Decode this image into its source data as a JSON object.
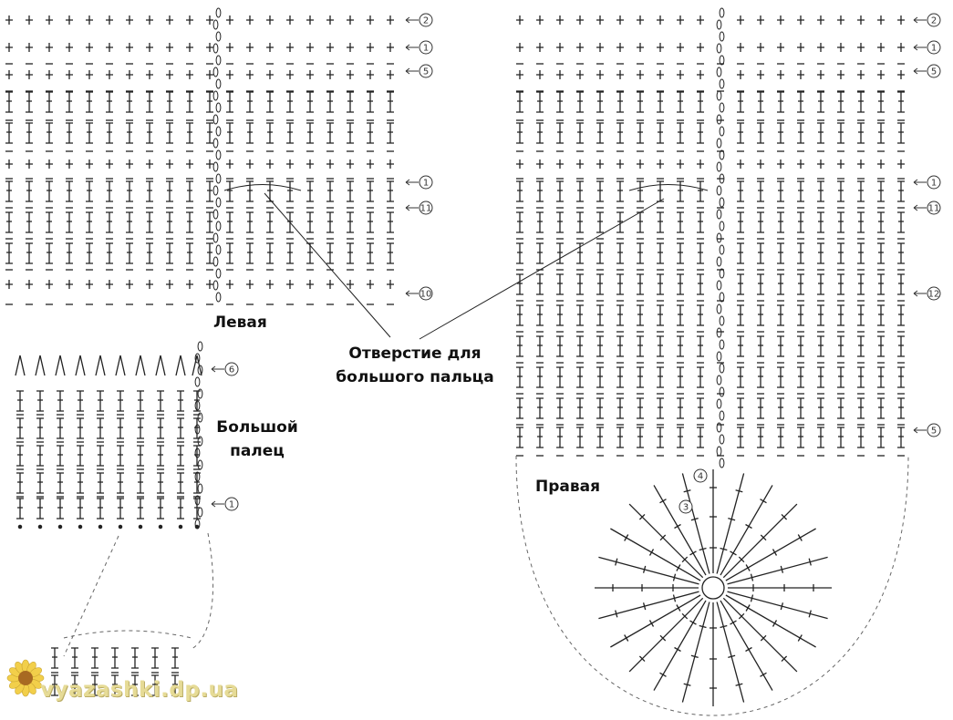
{
  "labels": {
    "left_mitten": "Левая",
    "right_mitten": "Правая",
    "thumb_line1": "Большой",
    "thumb_line2": "палец",
    "hole_line1": "Отверстие для",
    "hole_line2": "большого пальца"
  },
  "left_row_markers": [
    "2",
    "1",
    "5",
    "1",
    "11",
    "10"
  ],
  "right_row_markers": [
    "2",
    "1",
    "5",
    "1",
    "11",
    "12",
    "5"
  ],
  "thumb_row_markers": [
    "6",
    "1"
  ],
  "palm_round_markers": [
    "4",
    "3"
  ],
  "watermark": "vyazashki.dp.ua",
  "colors": {
    "ink": "#222222",
    "dashed": "#666666",
    "watermark_text": "#e6db96",
    "watermark_flower": "#f2cf4a"
  }
}
